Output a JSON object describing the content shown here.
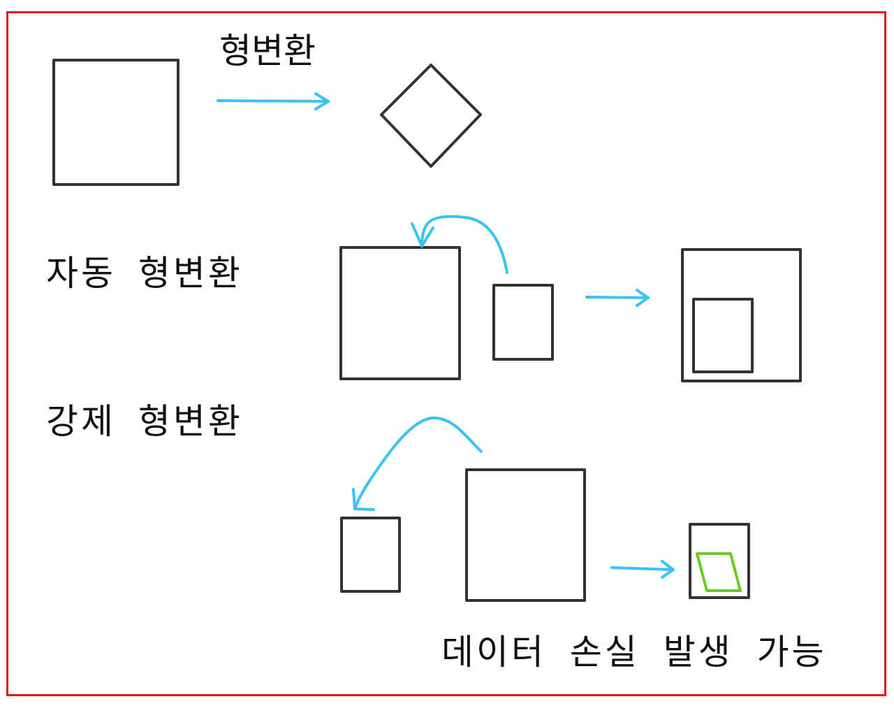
{
  "labels": {
    "type_conversion": "형변환",
    "automatic_conversion": "자동 형변환",
    "forced_conversion": "강제 형변환",
    "data_loss_possible": "데이터 손실 발생 가능"
  },
  "colors": {
    "border": "#e8141c",
    "shape_outline": "#333333",
    "arrow": "#39c3f2",
    "lost_data_shape": "#6ccb1f",
    "text": "#111111"
  }
}
